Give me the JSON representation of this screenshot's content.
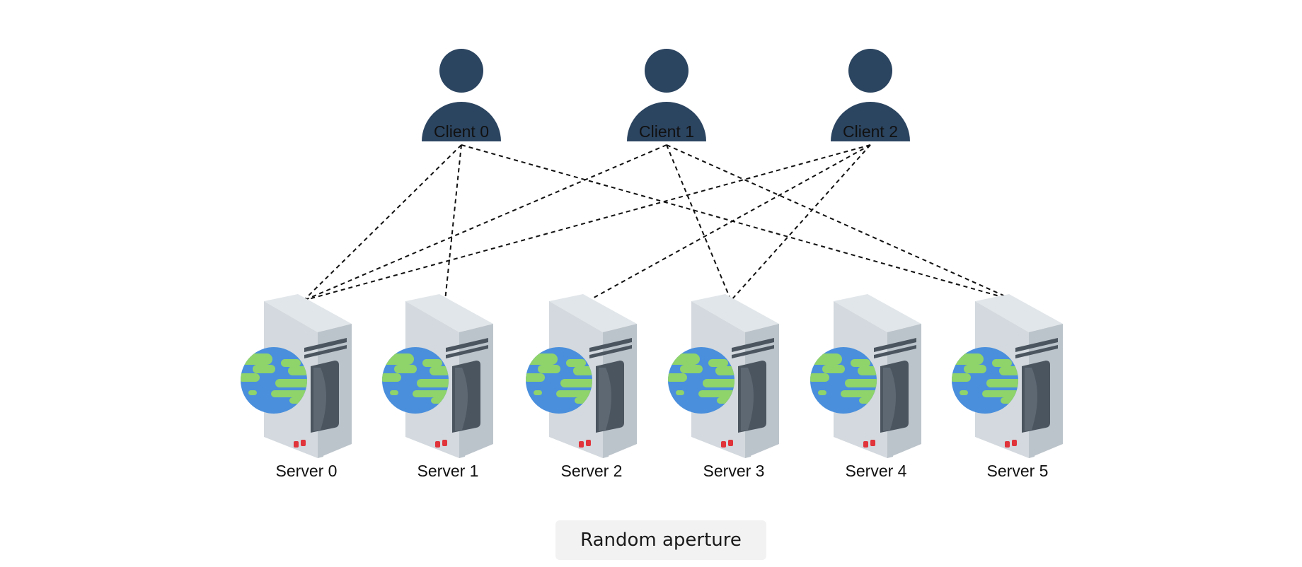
{
  "colors": {
    "client": "#2b4460",
    "server_body": "#d3d9de",
    "server_side": "#bcc4cb",
    "server_top": "#e1e6ea",
    "server_panel": "#4b5560",
    "server_led": "#e0333a",
    "globe_ocean": "#4a8fdc",
    "globe_land": "#8fd36b",
    "connection": "#111111",
    "caption_bg": "#f2f2f2"
  },
  "clients": [
    {
      "id": "client-0",
      "label": "Client 0",
      "icon": "person-icon"
    },
    {
      "id": "client-1",
      "label": "Client 1",
      "icon": "person-icon"
    },
    {
      "id": "client-2",
      "label": "Client 2",
      "icon": "person-icon"
    }
  ],
  "servers": [
    {
      "id": "server-0",
      "label": "Server 0",
      "icon": "server-globe-icon"
    },
    {
      "id": "server-1",
      "label": "Server 1",
      "icon": "server-globe-icon"
    },
    {
      "id": "server-2",
      "label": "Server 2",
      "icon": "server-globe-icon"
    },
    {
      "id": "server-3",
      "label": "Server 3",
      "icon": "server-globe-icon"
    },
    {
      "id": "server-4",
      "label": "Server 4",
      "icon": "server-globe-icon"
    },
    {
      "id": "server-5",
      "label": "Server 5",
      "icon": "server-globe-icon"
    }
  ],
  "connections": [
    {
      "from": "client-0",
      "to": "server-0"
    },
    {
      "from": "client-0",
      "to": "server-1"
    },
    {
      "from": "client-0",
      "to": "server-5"
    },
    {
      "from": "client-1",
      "to": "server-0"
    },
    {
      "from": "client-1",
      "to": "server-3"
    },
    {
      "from": "client-1",
      "to": "server-5"
    },
    {
      "from": "client-2",
      "to": "server-0"
    },
    {
      "from": "client-2",
      "to": "server-2"
    },
    {
      "from": "client-2",
      "to": "server-3"
    }
  ],
  "caption": "Random aperture"
}
